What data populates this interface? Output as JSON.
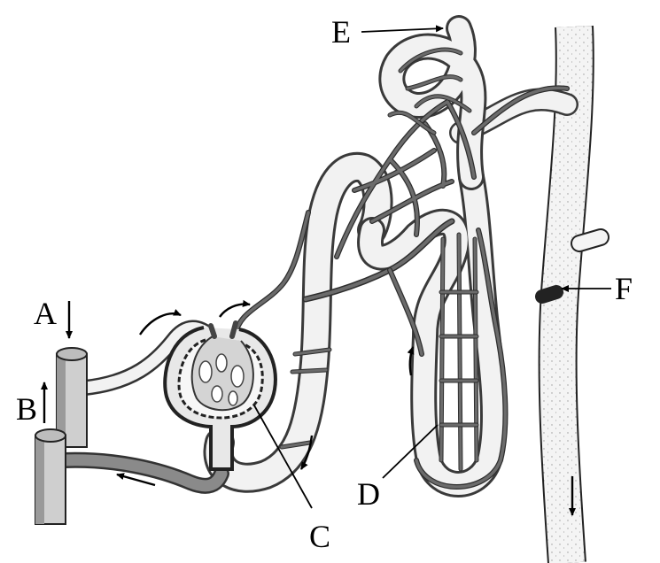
{
  "labels": {
    "a": "A",
    "b": "B",
    "c": "C",
    "d": "D",
    "e": "E",
    "f": "F"
  },
  "colors": {
    "outline": "#1e1e1e",
    "vessel": "#6b6b6b",
    "tube_fill": "#f2f2f2",
    "background": "#ffffff"
  }
}
